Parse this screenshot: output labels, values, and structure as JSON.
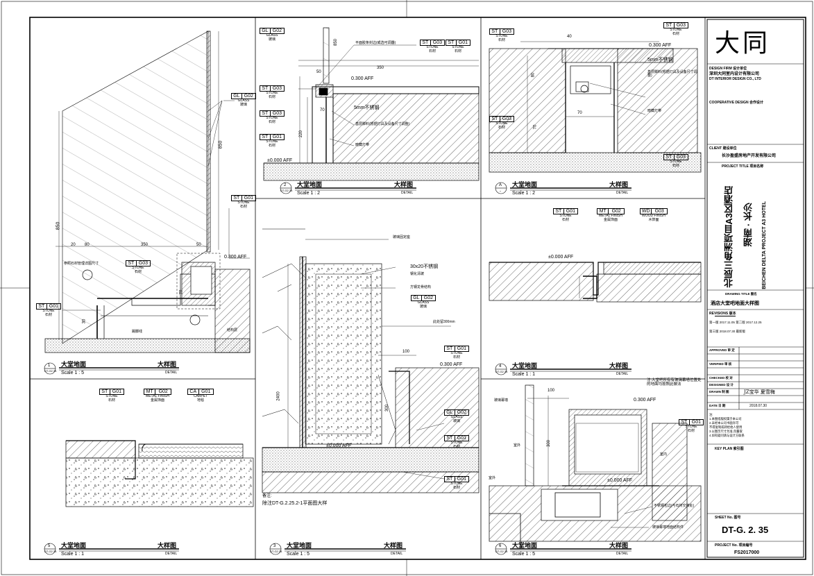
{
  "title_block": {
    "logo_text": "大同",
    "design_firm_label": "DESIGN FIRM  设计单位",
    "design_firm_name_cn": "深圳大同室内设计有限公司",
    "design_firm_name_en": "DT INTERIOR DESIGN CO., LTD",
    "cooperative_label": "COOPERATIVE DESIGN  合作设计",
    "client_label": "CLIENT  建设单位",
    "client_name": "长沙盈盛房地产开发有限公司",
    "project_title_label": "PROJECT TITLE  项目名称",
    "project_cn_1": "北辰三角洲项目A3区酒店",
    "project_cn_2": "湖南 · 长沙",
    "project_en": "BEICHEN DELTA PROJECT A3 HOTEL",
    "drawing_title_label": "DRAWING TITLE  图名",
    "drawing_title": "酒店大堂吧地面大样图",
    "revisions_label": "REVISIONS  版本",
    "rev1": "第一版  2017.11.05  第二版  2017.12.25",
    "rev2": "第三版  2018.07.30  最新版",
    "approved_label": "APPROVED  审 定",
    "verified_label": "VERIFIED  审 核",
    "checked_label": "CHECKED  校 对",
    "designed_label": "DESIGNED  设 计",
    "drawn_label": "DRAWN  制 图",
    "date_label": "DATE  日 期",
    "date_value": "2018.07.30",
    "drawn_sign": "JZ宝华  夏雪梅",
    "note_lines": [
      "注:",
      "1.本图纸版权属于本公司",
      "2.未经本公司书面许可",
      "不得复制或转给他人使用",
      "3.以图示尺寸为准,勿量取",
      "4.如有疑问请与设计方联系"
    ],
    "key_plan_label": "KEY PLAN  索引图",
    "sheet_no_label": "SHEET No.  图号",
    "sheet_no": "DT-G. 2. 35",
    "project_no_label": "PROJECT No.  项目编号",
    "project_no": "FS2017000"
  },
  "details": [
    {
      "num": "1",
      "ref": "DT-G2.35",
      "title": "大堂地面",
      "type": "大样图",
      "scale": "Scale 1 : 5",
      "detail": "DETAIL"
    },
    {
      "num": "2",
      "ref": "DT-G2.35",
      "title": "大堂地面",
      "type": "大样图",
      "scale": "Scale 1 : 2",
      "detail": "DETAIL"
    },
    {
      "num": "A",
      "ref": "-",
      "title": "大堂地面",
      "type": "大样图",
      "scale": "Scale 1 : 2",
      "detail": "DETAIL"
    },
    {
      "num": "4",
      "ref": "DT-G2.35",
      "title": "大堂地面",
      "type": "大样图",
      "scale": "Scale 1 : 1",
      "detail": "DETAIL"
    },
    {
      "num": "5",
      "ref": "DT-G2.35",
      "title": "大堂地面",
      "type": "大样图",
      "scale": "Scale 1 : 1",
      "detail": "DETAIL"
    },
    {
      "num": "3",
      "ref": "DT-G2.35",
      "title": "大堂地面",
      "type": "大样图",
      "scale": "Scale 1 : 5",
      "detail": "DETAIL"
    },
    {
      "num": "6",
      "ref": "DT-G2.35",
      "title": "大堂地面",
      "type": "大样图",
      "scale": "Scale 1 : 5",
      "detail": "DETAIL"
    }
  ],
  "tags": {
    "st_g01": {
      "code": "ST",
      "num": "G01",
      "en": "STONE",
      "cn": "石材"
    },
    "st_g03": {
      "code": "ST",
      "num": "G03",
      "en": "STONE",
      "cn": "石材"
    },
    "gl_g02": {
      "code": "GL",
      "num": "G02",
      "en": "GLASS",
      "cn": "玻璃"
    },
    "mt_g02": {
      "code": "MT",
      "num": "G02",
      "en": "METAL FINISH",
      "cn": "金属饰面"
    },
    "ca_g01": {
      "code": "CA",
      "num": "G01",
      "en": "CARPET",
      "cn": "地毯"
    },
    "wd_g03": {
      "code": "WD",
      "num": "G03",
      "en": "WOOD FINISH",
      "cn": "木饰面"
    }
  },
  "dims": {
    "d850a": "850",
    "d850b": "850",
    "d20": "20",
    "d80": "80",
    "d350": "350",
    "d50": "50",
    "d300aff": "0.300 AFF",
    "d000aff": "±0.000 AFF",
    "d70": "70",
    "d40": "40",
    "d220": "220",
    "d100": "100",
    "d2400": "2400",
    "d300": "300",
    "d5mm": "5mm",
    "d30": "30"
  },
  "notes": {
    "n1": "参照石材管理详图尺寸",
    "n2": "踢脚线",
    "n3": "结构层",
    "n4": "平面胶条封边(或选可调器)",
    "n5": "5mm不锈钢",
    "n6": "基层脚料(根据灯具及设备尺寸调整)",
    "n7": "暗藏灯带",
    "n8": "玻璃固定座",
    "n9": "钢化清玻",
    "n10": "30x20不锈钢",
    "n11": "方钢龙骨结构",
    "n12": "此处留300mm",
    "n13": "备注:",
    "n14": "除注DT-G.2.25.2-1平面图大样",
    "n15": "注:大堂吧所有有玻璃幕墙位置处的地面均按照此做法",
    "n16": "室外",
    "n17": "室内",
    "n18": "玻璃幕墙",
    "n19": "不锈钢包边(与石材交接处)",
    "n20": "玻璃幕墙地面结构件"
  }
}
